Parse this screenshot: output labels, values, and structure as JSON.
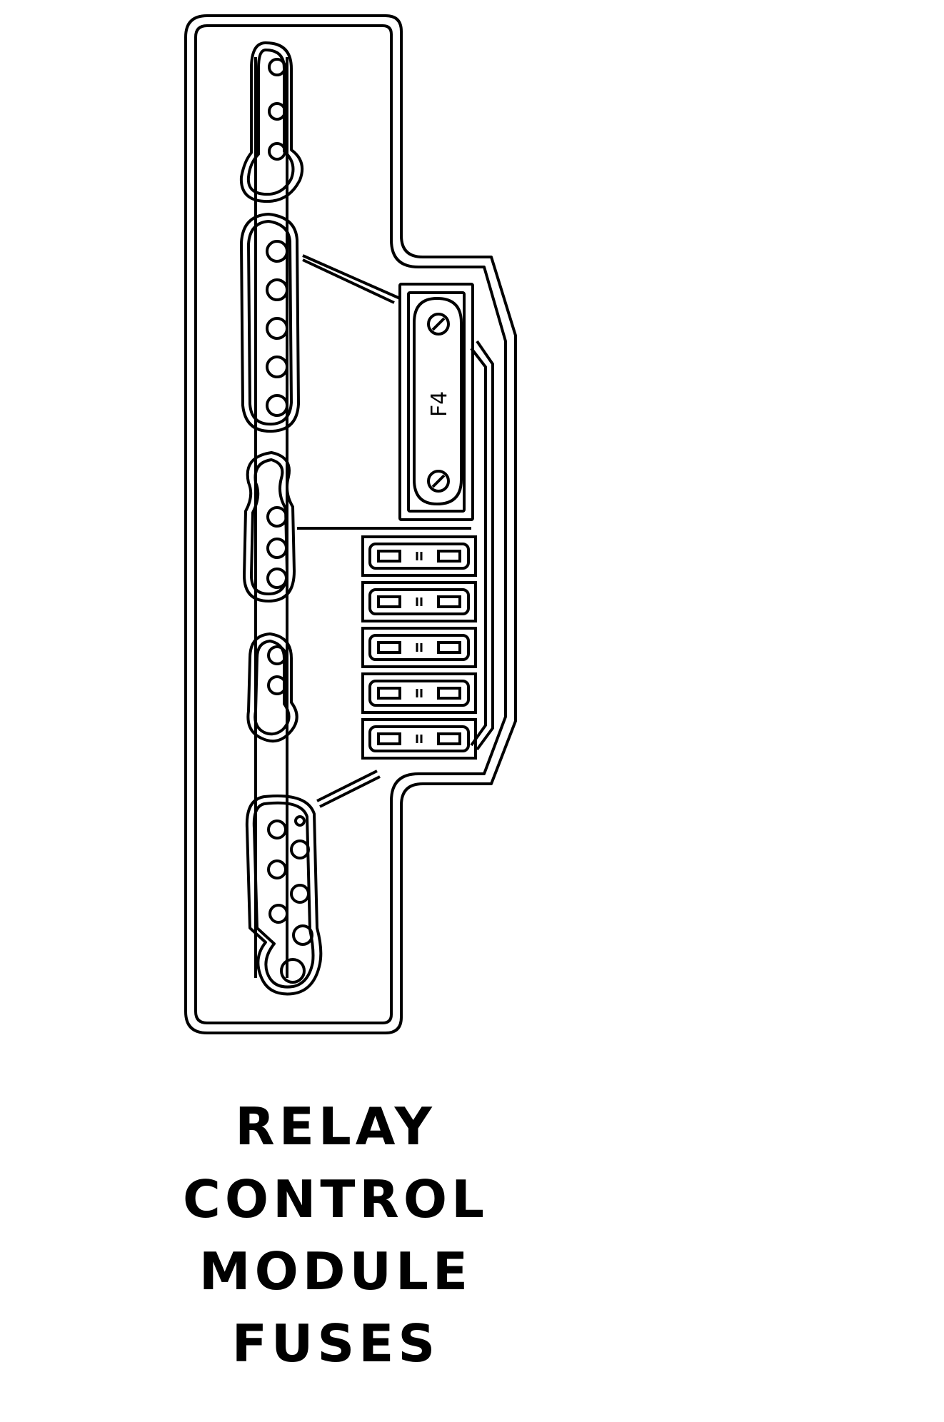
{
  "diagram": {
    "fuse_f4_label": "F4",
    "mini_fuse_count": 5,
    "caption_lines": [
      "RELAY",
      "CONTROL",
      "MODULE",
      "FUSES"
    ]
  },
  "colors": {
    "stroke": "#000000",
    "background": "#ffffff"
  }
}
